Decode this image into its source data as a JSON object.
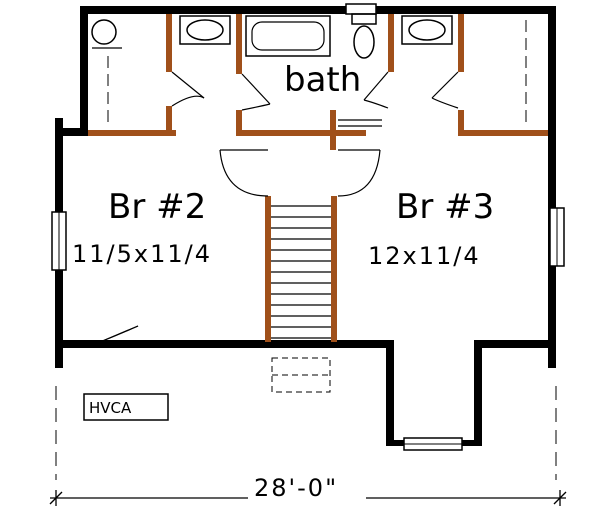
{
  "plan": {
    "rooms": {
      "bath": {
        "label": "bath"
      },
      "br2": {
        "label": "Br #2",
        "dimensions": "11/5x11/4"
      },
      "br3": {
        "label": "Br #3",
        "dimensions": "12x11/4"
      }
    },
    "hvac_label": "HVCA",
    "overall_width": "28'-0\""
  },
  "colors": {
    "wall": "#000000",
    "partition": "#a0501a"
  }
}
